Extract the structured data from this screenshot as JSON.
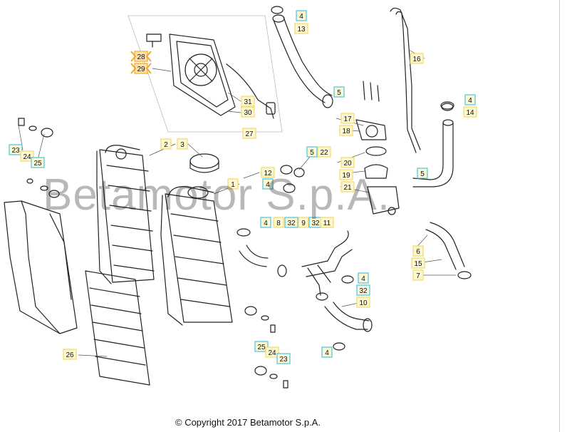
{
  "watermark": "Betamotor S.p.A.",
  "copyright": "© Copyright 2017 Betamotor S.p.A.",
  "colors": {
    "tag_cyan": "#47c4e6",
    "tag_yellow": "#f2dc6c",
    "tag_fill": "#fdf7d2",
    "tag_orange": "#f4a82a",
    "line": "#222222"
  },
  "callouts": [
    {
      "n": "4",
      "style": "cyan"
    },
    {
      "n": "13",
      "style": "yellow"
    },
    {
      "n": "16",
      "style": "yellow"
    },
    {
      "n": "28",
      "style": "orange"
    },
    {
      "n": "29",
      "style": "orange"
    },
    {
      "n": "31",
      "style": "yellow"
    },
    {
      "n": "30",
      "style": "yellow"
    },
    {
      "n": "27",
      "style": "yellow"
    },
    {
      "n": "5",
      "style": "cyan"
    },
    {
      "n": "4",
      "style": "cyan"
    },
    {
      "n": "14",
      "style": "yellow"
    },
    {
      "n": "17",
      "style": "yellow"
    },
    {
      "n": "18",
      "style": "yellow"
    },
    {
      "n": "23",
      "style": "cyan"
    },
    {
      "n": "24",
      "style": "yellow"
    },
    {
      "n": "25",
      "style": "cyan"
    },
    {
      "n": "2",
      "style": "yellow"
    },
    {
      "n": "3",
      "style": "yellow"
    },
    {
      "n": "5",
      "style": "cyan"
    },
    {
      "n": "22",
      "style": "yellow"
    },
    {
      "n": "20",
      "style": "yellow"
    },
    {
      "n": "12",
      "style": "yellow"
    },
    {
      "n": "1",
      "style": "yellow"
    },
    {
      "n": "4",
      "style": "cyan"
    },
    {
      "n": "19",
      "style": "yellow"
    },
    {
      "n": "5",
      "style": "cyan"
    },
    {
      "n": "21",
      "style": "yellow"
    },
    {
      "n": "4",
      "style": "cyan"
    },
    {
      "n": "8",
      "style": "yellow"
    },
    {
      "n": "32",
      "style": "cyan"
    },
    {
      "n": "9",
      "style": "yellow"
    },
    {
      "n": "32",
      "style": "cyan"
    },
    {
      "n": "11",
      "style": "yellow"
    },
    {
      "n": "6",
      "style": "yellow"
    },
    {
      "n": "15",
      "style": "yellow"
    },
    {
      "n": "7",
      "style": "yellow"
    },
    {
      "n": "4",
      "style": "cyan"
    },
    {
      "n": "32",
      "style": "cyan"
    },
    {
      "n": "10",
      "style": "yellow"
    },
    {
      "n": "4",
      "style": "cyan"
    },
    {
      "n": "26",
      "style": "yellow"
    },
    {
      "n": "25",
      "style": "cyan"
    },
    {
      "n": "24",
      "style": "yellow"
    },
    {
      "n": "23",
      "style": "cyan"
    }
  ]
}
